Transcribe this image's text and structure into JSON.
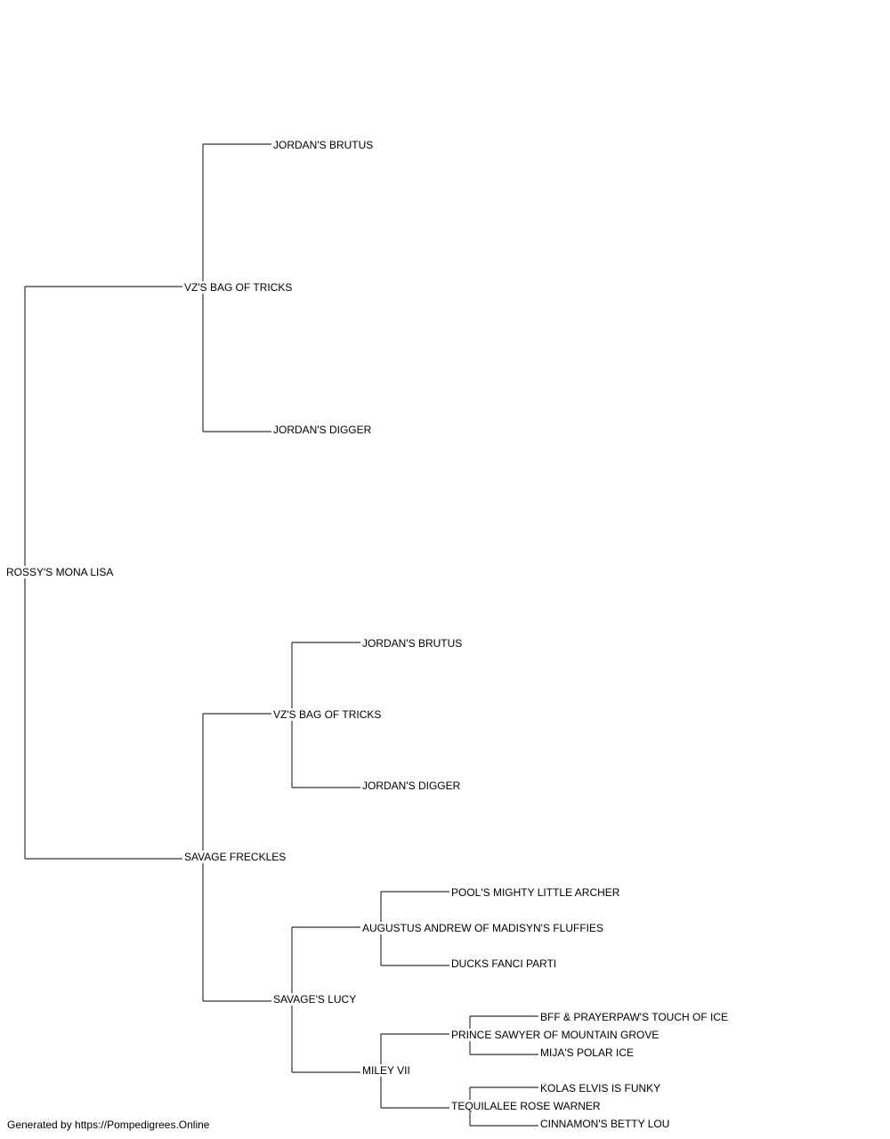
{
  "pedigree": {
    "subject": "ROSSY'S MONA LISA",
    "sire": "VZ'S BAG OF TRICKS",
    "sire_sire": "JORDAN'S BRUTUS",
    "sire_dam": "JORDAN'S DIGGER",
    "dam": "SAVAGE FRECKLES",
    "dam_sire": "VZ'S BAG OF TRICKS",
    "dam_sire_sire": "JORDAN'S BRUTUS",
    "dam_sire_dam": "JORDAN'S DIGGER",
    "dam_dam": "SAVAGE'S LUCY",
    "dam_dam_sire": "AUGUSTUS ANDREW OF MADISYN'S FLUFFIES",
    "dam_dam_sire_sire": "POOL'S MIGHTY LITTLE ARCHER",
    "dam_dam_sire_dam": "DUCKS FANCI PARTI",
    "dam_dam_dam": "MILEY VII",
    "dam_dam_dam_sire": "PRINCE SAWYER OF MOUNTAIN GROVE",
    "dam_dam_dam_sire_sire": "BFF & PRAYERPAW'S TOUCH OF ICE",
    "dam_dam_dam_sire_dam": "MIJA'S POLAR ICE",
    "dam_dam_dam_dam": "TEQUILALEE ROSE WARNER",
    "dam_dam_dam_dam_sire": "KOLAS ELVIS IS FUNKY",
    "dam_dam_dam_dam_dam": "CINNAMON'S BETTY LOU"
  },
  "footer": "Generated by https://Pompedigrees.Online",
  "colors": {
    "line": "#333333",
    "text": "#000000",
    "background": "#ffffff"
  }
}
